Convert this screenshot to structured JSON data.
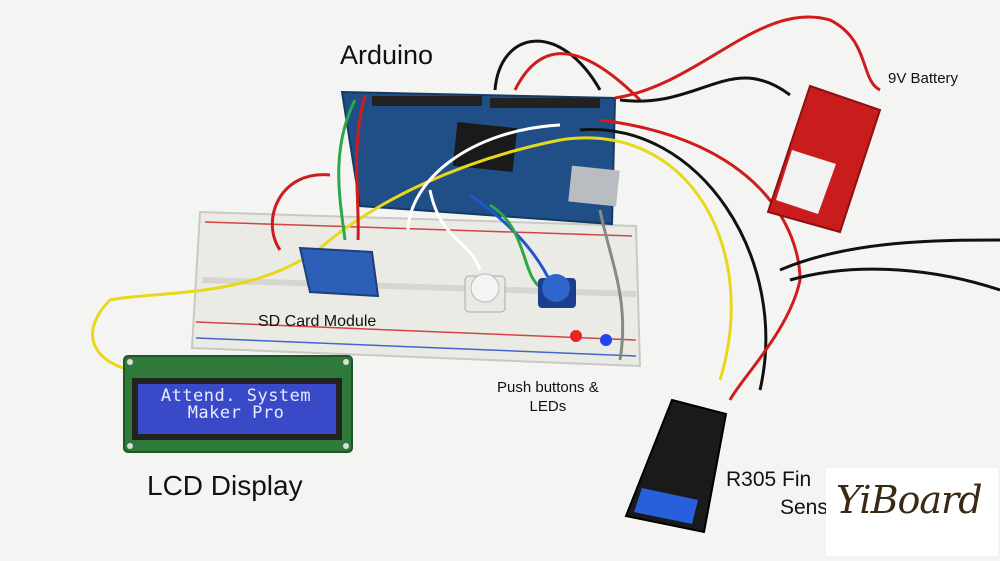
{
  "labels": {
    "arduino": "Arduino",
    "battery": "9V Battery",
    "sd_card": "SD Card Module",
    "push_line1": "Push buttons &",
    "push_line2": "LEDs",
    "lcd": "LCD Display",
    "r305_line1": "R305 Fin",
    "r305_line2": "Sens"
  },
  "lcd_screen": {
    "line1": "Attend. System",
    "line2": "Maker Pro"
  },
  "logo": {
    "text": "YiBoard"
  },
  "colors": {
    "background": "#f4f4f2",
    "breadboard": "#e9e9e4",
    "arduino_board": "#1f4f86",
    "lcd_pcb": "#2f7a3a",
    "lcd_screen": "#3a49c8",
    "battery": "#c91c1c",
    "sensor": "#1a1a1a",
    "sensor_glow": "#2b6dff"
  }
}
